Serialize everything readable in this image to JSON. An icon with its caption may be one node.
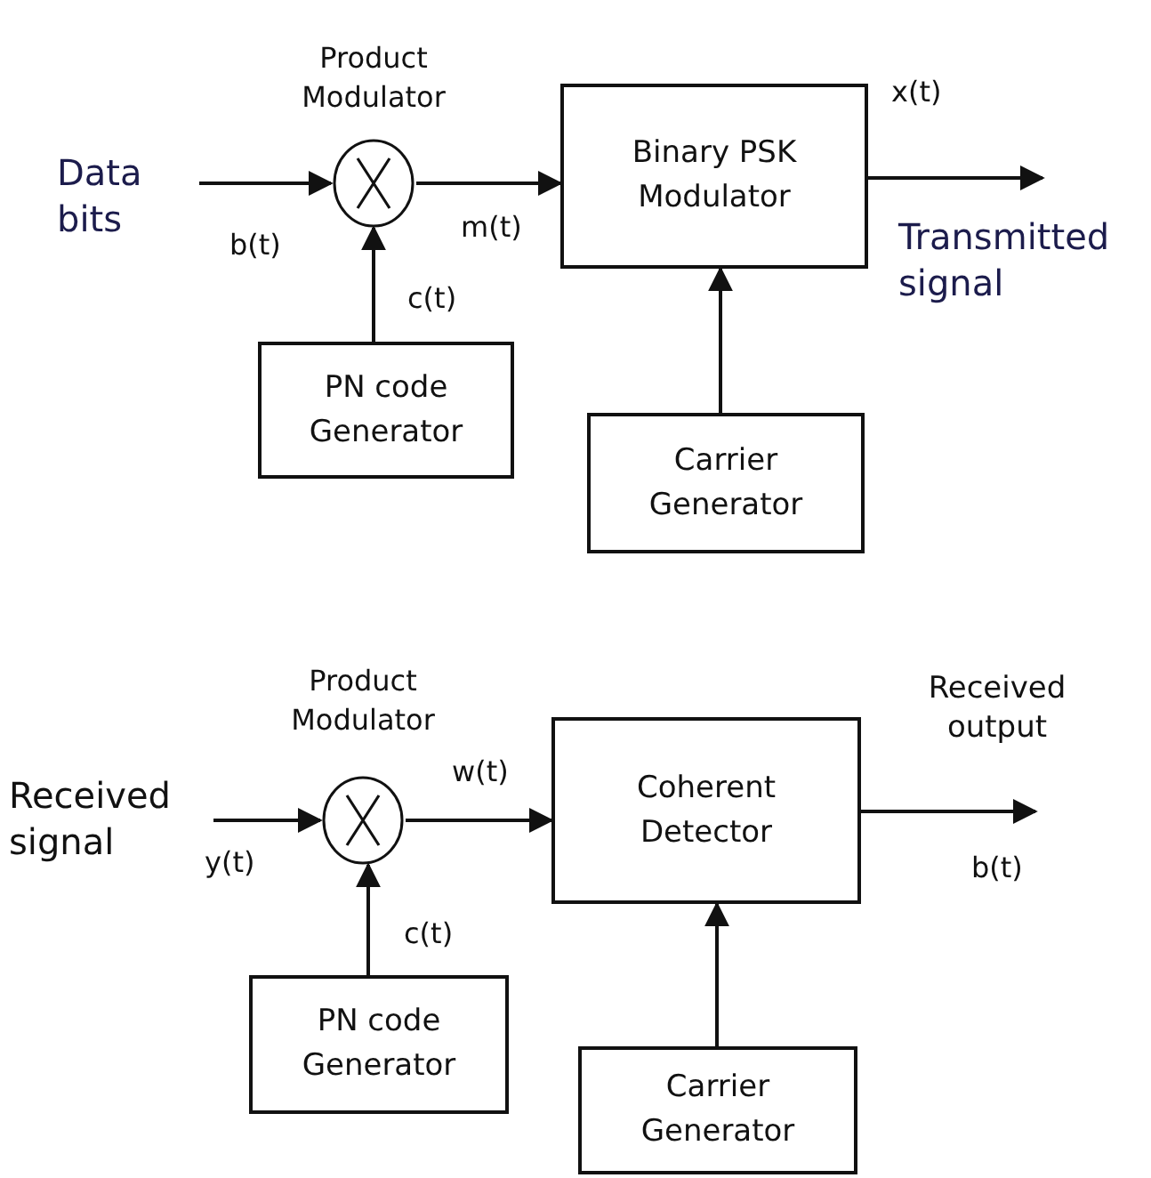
{
  "diagram": {
    "nodes": [
      {
        "text": [
          "Data bits"
        ]
      },
      {
        "text": [
          "Product Modulator"
        ]
      },
      {
        "text": [
          "PN code Generator"
        ]
      },
      {
        "text": [
          "Binary  PSK Modulator"
        ]
      },
      {
        "text": [
          "Carrier Generator"
        ]
      },
      {
        "text": [
          "Received signal"
        ]
      },
      {
        "text": [
          "Product Modulator"
        ]
      },
      {
        "text": [
          "PN code Generator"
        ]
      },
      {
        "text": [
          "Coherent Detector"
        ]
      },
      {
        "text": [
          "Carrier Generator"
        ]
      }
    ],
    "edges": [
      {
        "from": 0,
        "to": 1,
        "arrow": "to",
        "label": "b(t)"
      },
      {
        "from": 1,
        "to": 3,
        "arrow": "to",
        "label": "m(t)"
      },
      {
        "from": 2,
        "to": 1,
        "arrow": "to",
        "label": "c(t)"
      },
      {
        "from": 4,
        "to": 3,
        "arrow": "to"
      },
      {
        "from": 3,
        "to": null,
        "arrow": "to",
        "label": "x(t)"
      },
      {
        "from": 5,
        "to": 6,
        "arrow": "to",
        "label": "y(t)"
      },
      {
        "from": 6,
        "to": 8,
        "arrow": "to",
        "label": "w(t)"
      },
      {
        "from": 7,
        "to": 6,
        "arrow": "to",
        "label": "c(t)"
      },
      {
        "from": 9,
        "to": 8,
        "arrow": "to"
      },
      {
        "from": 8,
        "to": null,
        "arrow": "to",
        "label": "b(t)"
      }
    ],
    "labels": [
      "Transmitted signal",
      "Received output"
    ]
  }
}
